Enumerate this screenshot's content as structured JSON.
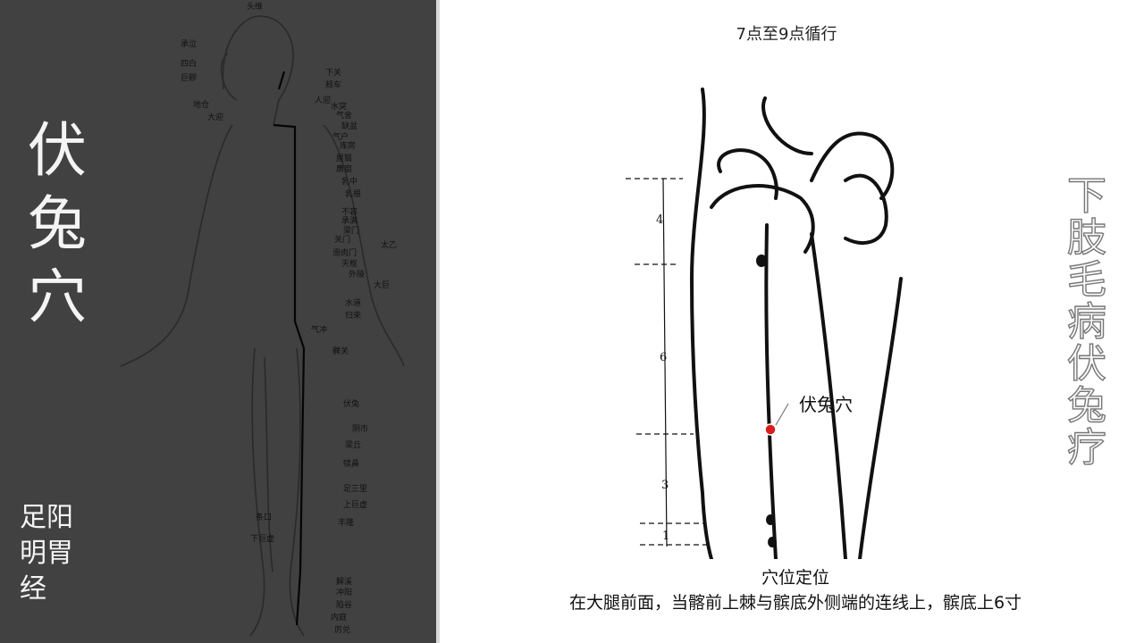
{
  "title": {
    "chars": [
      "伏",
      "兔",
      "穴"
    ]
  },
  "meridian": {
    "lines": [
      "足阳",
      "明胃",
      "经"
    ]
  },
  "time_label": "7点至9点循行",
  "side_title": {
    "chars": [
      "下",
      "肢",
      "毛",
      "病",
      "伏",
      "兔",
      "疗"
    ]
  },
  "leg_diagram": {
    "point_label": "伏兔穴",
    "scale_numbers": [
      "4",
      "6",
      "3",
      "1"
    ],
    "point_color": "#d81e1e"
  },
  "caption": {
    "title": "穴位定位",
    "description": "在大腿前面，当髂前上棘与髌底外侧端的连线上，髌底上6寸"
  },
  "figure_labels": {
    "l0": "头维",
    "l1": "承泣",
    "l2": "四白",
    "l3": "巨髎",
    "l4": "地仓",
    "l5": "大迎",
    "r0": "下关",
    "r1": "颊车",
    "r2": "人迎",
    "r3": "水突",
    "r4": "气舍",
    "r5": "缺盆",
    "r6": "气户",
    "r7": "库房",
    "r8": "屋翳",
    "r9": "膺窗",
    "r10": "乳中",
    "r11": "乳根",
    "r12": "不容",
    "r13": "承满",
    "r14": "梁门",
    "r15": "关门",
    "r16": "太乙",
    "r17": "滑肉门",
    "r18": "天枢",
    "r19": "外陵",
    "r20": "大巨",
    "r21": "水道",
    "r22": "归来",
    "r23": "气冲",
    "r24": "髀关",
    "r25": "伏兔",
    "r26": "阴市",
    "r27": "梁丘",
    "r28": "犊鼻",
    "r29": "足三里",
    "r30": "上巨虚",
    "r31": "条口",
    "r32": "丰隆",
    "r33": "下巨虚",
    "r34": "解溪",
    "r35": "冲阳",
    "r36": "陷谷",
    "r37": "内庭",
    "r38": "厉兑"
  }
}
